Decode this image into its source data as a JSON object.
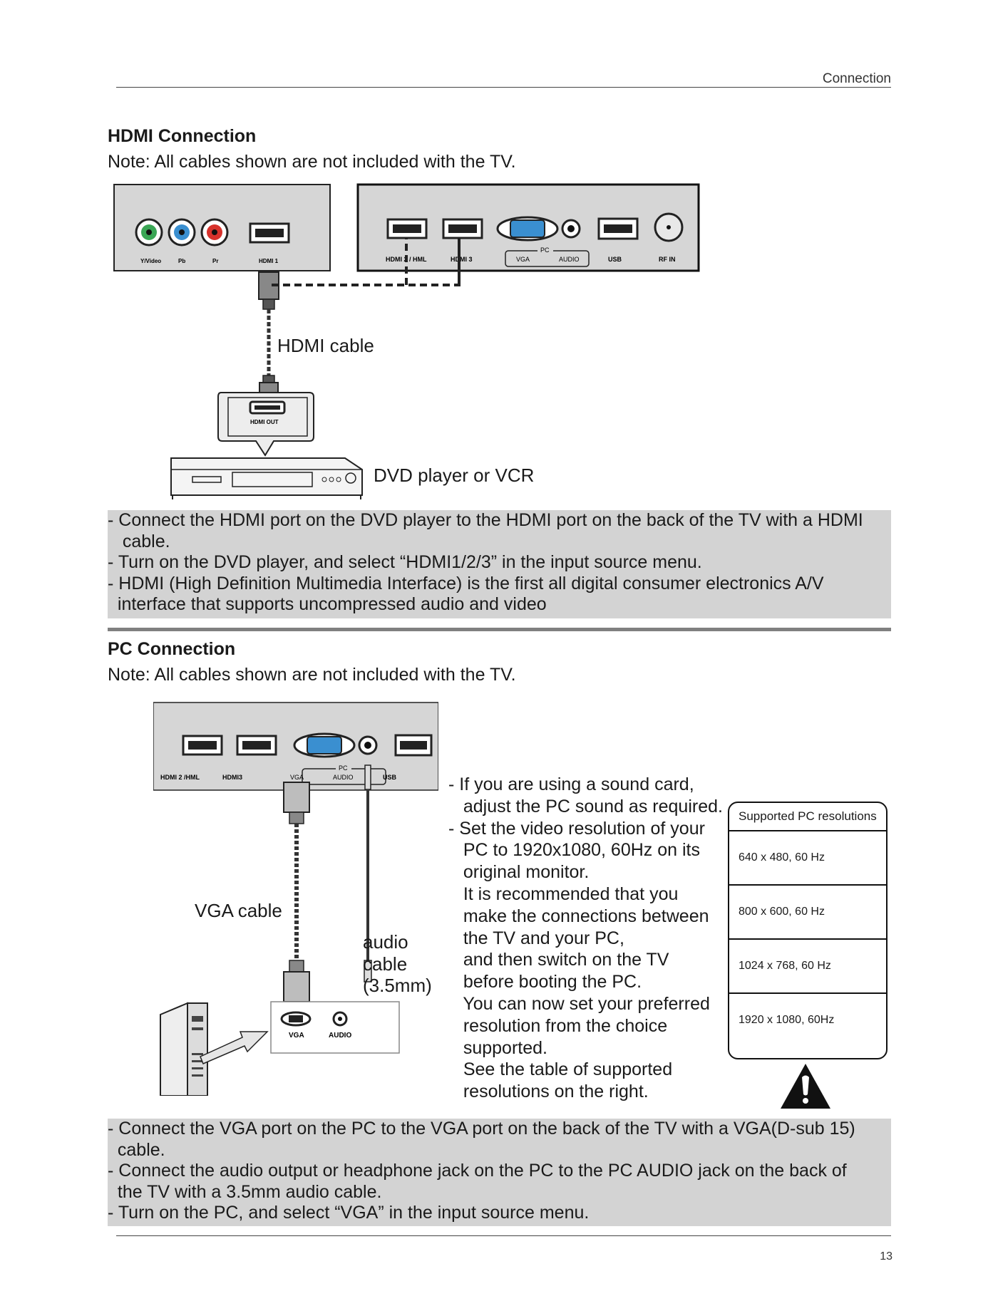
{
  "header": {
    "section": "Connection"
  },
  "hdmi": {
    "title": "HDMI Connection",
    "note": "Note: All cables shown are not included with the TV.",
    "panel_left_labels": [
      "Y/Video",
      "Pb",
      "Pr",
      "HDMI 1"
    ],
    "panel_right_labels": [
      "HDMI 2 / HML",
      "HDMI 3",
      "PC",
      "VGA",
      "AUDIO",
      "USB",
      "RF IN"
    ],
    "cable_label": "HDMI cable",
    "device_port_label": "HDMI OUT",
    "device_label": "DVD player or VCR",
    "instructions": [
      "- Connect the HDMI port on the DVD player to the HDMI port on the back of the TV with a HDMI",
      "   cable.",
      "- Turn on the DVD player, and select “HDMI1/2/3” in the input source menu.",
      "- HDMI (High Definition Multimedia Interface) is the first all digital consumer electronics A/V",
      "  interface that supports uncompressed audio and video"
    ]
  },
  "pc": {
    "title": "PC Connection",
    "note": "Note: All cables shown are not included with the TV.",
    "panel_labels": [
      "HDMI 2 /HML",
      "HDMI3",
      "PC",
      "VGA",
      "AUDIO",
      "USB"
    ],
    "vga_cable_label": "VGA cable",
    "audio_cable_label": [
      "audio",
      "cable",
      "(3.5mm)"
    ],
    "pc_ports": [
      "VGA",
      "AUDIO"
    ],
    "tips": [
      "- If you are using a sound card,",
      "   adjust the PC sound as required.",
      "- Set the video resolution of your",
      "   PC to 1920x1080, 60Hz on its",
      "   original monitor.",
      "   It is recommended that you",
      "   make the connections between",
      "   the TV and your PC,",
      "   and then switch on the TV",
      "   before booting the PC.",
      "   You can now set your preferred",
      "   resolution from the choice",
      "   supported.",
      "   See the table of supported",
      "   resolutions on the right."
    ],
    "resolutions": {
      "title": "Supported PC resolutions",
      "rows": [
        "640 x 480, 60 Hz",
        "800 x 600, 60 Hz",
        "1024 x 768, 60 Hz",
        "1920 x 1080, 60Hz"
      ]
    },
    "instructions": [
      "- Connect the VGA port on the PC to the VGA port on the back of the TV with a VGA(D-sub 15)",
      "  cable.",
      "- Connect the audio output or headphone jack on the PC to the PC AUDIO jack on the back of",
      "  the TV with a 3.5mm audio cable.",
      "- Turn on the PC, and select “VGA” in the input source menu."
    ]
  },
  "footer": {
    "page_number": "13"
  }
}
